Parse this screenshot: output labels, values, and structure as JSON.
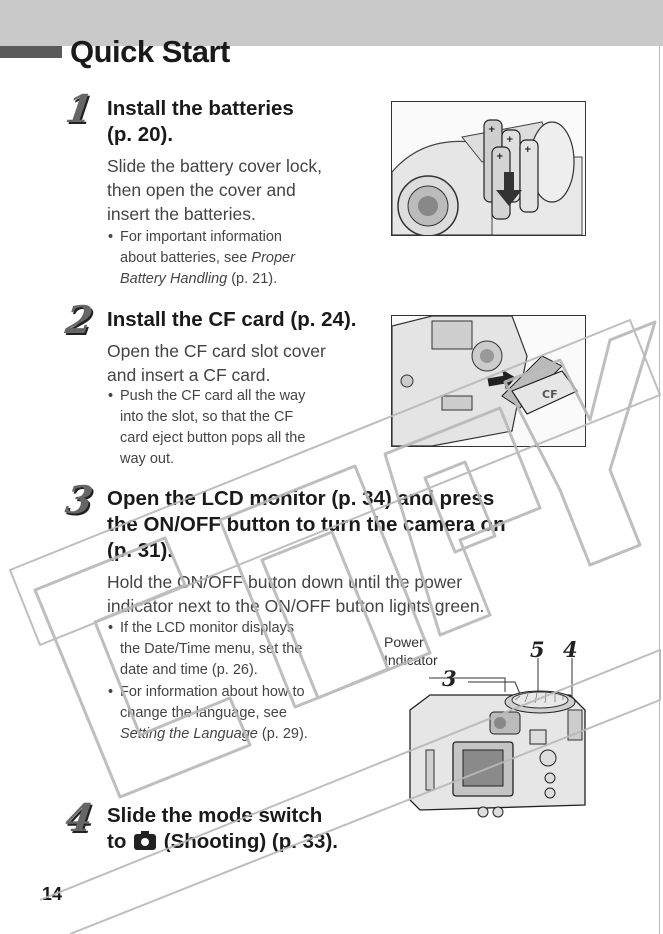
{
  "title": "Quick Start",
  "page_number": "14",
  "steps": [
    {
      "number": "1",
      "heading_l1": "Install the batteries",
      "heading_l2": "(p. 20).",
      "body_l1": "Slide the battery cover lock,",
      "body_l2": "then open the cover and",
      "body_l3": "insert the batteries.",
      "note_l1": "For important information",
      "note_l2": "about batteries, see ",
      "note_l2_italic": "Proper",
      "note_l3_italic": "Battery Handling",
      "note_l3": " (p. 21)."
    },
    {
      "number": "2",
      "heading_l1": "Install the CF card (p. 24).",
      "body_l1": "Open the CF card slot cover",
      "body_l2": "and insert a CF card.",
      "note_l1": "Push the CF card all the way",
      "note_l2": "into the slot, so that the CF",
      "note_l3": "card eject button pops all the",
      "note_l4": "way out."
    },
    {
      "number": "3",
      "heading_l1": "Open the LCD monitor (p. 34) and press",
      "heading_l2": "the ON/OFF button to turn the camera on",
      "heading_l3": "(p. 31).",
      "body_l1": "Hold the ON/OFF button down until the power",
      "body_l2": "indicator next to the ON/OFF button lights green.",
      "note1_l1": "If the LCD monitor displays",
      "note1_l2": "the Date/Time menu, set the",
      "note1_l3": "date and time (p. 26).",
      "note2_l1": "For information about how to",
      "note2_l2": "change the language, see",
      "note2_l3_italic": "Setting the Language",
      "note2_l3": " (p. 29)."
    },
    {
      "number": "4",
      "heading_l1": "Slide the mode switch",
      "heading_l2a": "to ",
      "heading_l2b": " (Shooting) (p. 33)."
    }
  ],
  "figure3": {
    "label_l1": "Power",
    "label_l2": "Indicator",
    "callout_a": "3",
    "callout_b": "5",
    "callout_c": "4"
  },
  "icons": [
    "camera-icon"
  ]
}
